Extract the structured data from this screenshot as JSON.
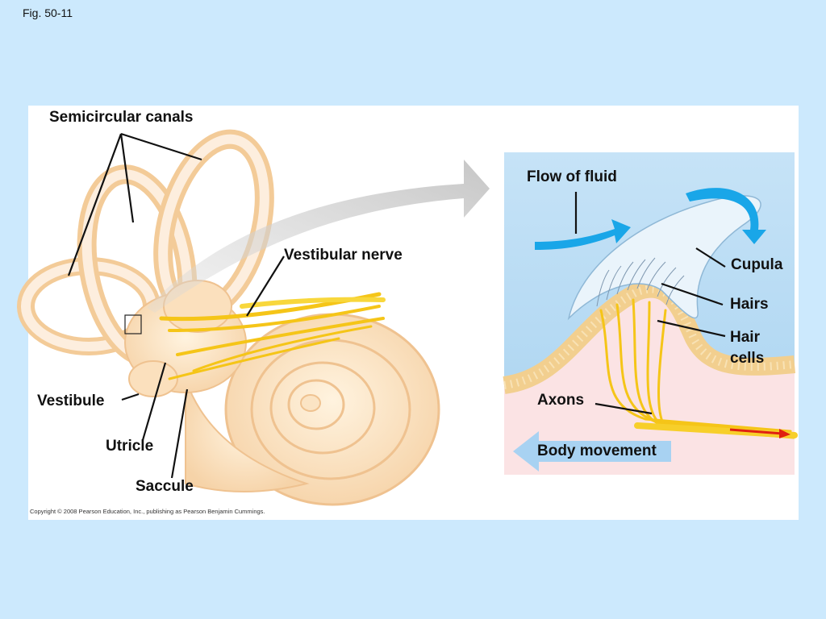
{
  "figure_number": "Fig. 50-11",
  "labels": {
    "semicircular_canals": "Semicircular canals",
    "vestibular_nerve": "Vestibular nerve",
    "vestibule": "Vestibule",
    "utricle": "Utricle",
    "saccule": "Saccule",
    "flow_of_fluid": "Flow of fluid",
    "cupula": "Cupula",
    "hairs": "Hairs",
    "hair_cells_line1": "Hair",
    "hair_cells_line2": "cells",
    "axons": "Axons",
    "body_movement": "Body movement"
  },
  "copyright": "Copyright © 2008 Pearson Education, Inc., publishing as Pearson Benjamin Cummings.",
  "colors": {
    "background": "#cce9fd",
    "flow_arrow": "#19a6e8",
    "nerve": "#f5c518",
    "signal_arrow": "#e02010",
    "big_arrow": "#c8c8c8"
  }
}
